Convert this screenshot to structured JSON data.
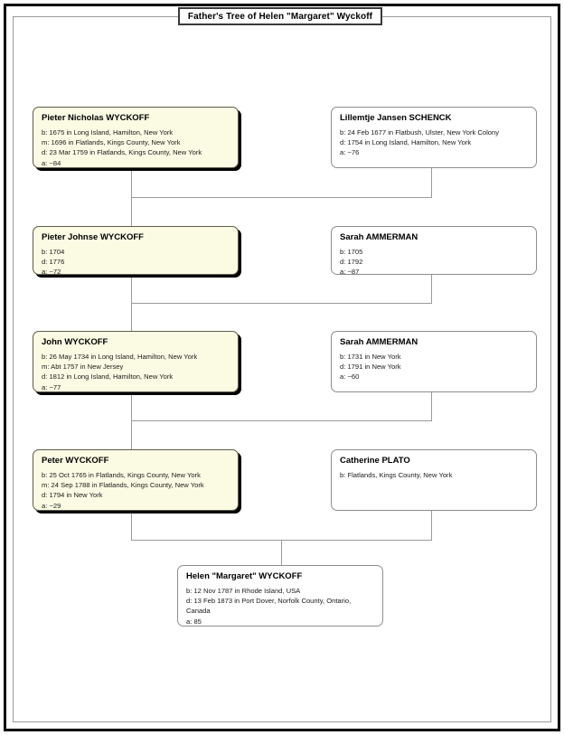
{
  "title": "Father's Tree of Helen \"Margaret\" Wyckoff",
  "colors": {
    "ancestor_fill": "#fbfbe4",
    "spouse_fill": "#ffffff",
    "connector": "#9a9a9a",
    "frame": "#000000",
    "text": "#000000"
  },
  "people": [
    {
      "id": "pieter-nicholas-wyckoff",
      "name": "Pieter Nicholas WYCKOFF",
      "type": "ancestor",
      "facts": [
        "b: 1675 in Long Island, Hamilton, New York",
        "m: 1696 in Flatlands, Kings County, New York",
        "d: 23 Mar 1759 in Flatlands, Kings County, New York",
        "a: ~84"
      ]
    },
    {
      "id": "lillemtje-jansen-schenck",
      "name": "Lillemtje Jansen SCHENCK",
      "type": "spouse",
      "facts": [
        "b: 24 Feb 1677 in Flatbush, Ulster, New York Colony",
        "d: 1754 in Long Island, Hamilton, New York",
        "a: ~76"
      ]
    },
    {
      "id": "pieter-johnse-wyckoff",
      "name": "Pieter Johnse WYCKOFF",
      "type": "ancestor",
      "facts": [
        "b: 1704",
        "d: 1776",
        "a: ~72"
      ]
    },
    {
      "id": "sarah-ammerman-1705",
      "name": "Sarah AMMERMAN",
      "type": "spouse",
      "facts": [
        "b: 1705",
        "d: 1792",
        "a: ~87"
      ]
    },
    {
      "id": "john-wyckoff",
      "name": "John WYCKOFF",
      "type": "ancestor",
      "facts": [
        "b: 26 May 1734 in Long Island, Hamilton, New York",
        "m: Abt 1757 in New Jersey",
        "d: 1812 in Long Island, Hamilton, New York",
        "a: ~77"
      ]
    },
    {
      "id": "sarah-ammerman-1731",
      "name": "Sarah AMMERMAN",
      "type": "spouse",
      "facts": [
        "b: 1731 in New York",
        "d: 1791 in New York",
        "a: ~60"
      ]
    },
    {
      "id": "peter-wyckoff",
      "name": "Peter WYCKOFF",
      "type": "ancestor",
      "facts": [
        "b: 25 Oct 1765 in Flatlands, Kings County, New York",
        "m: 24 Sep 1788 in Flatlands, Kings County, New York",
        "d: 1794 in New York",
        "a: ~29"
      ]
    },
    {
      "id": "catherine-plato",
      "name": "Catherine PLATO",
      "type": "spouse",
      "facts": [
        "b: Flatlands, Kings County, New York"
      ]
    },
    {
      "id": "helen-margaret-wyckoff",
      "name": "Helen \"Margaret\" WYCKOFF",
      "type": "spouse",
      "facts": [
        "b: 12 Nov 1787 in Rhode Island, USA",
        "d: 13 Feb 1873 in Port Dover, Norfolk County, Ontario, Canada",
        "a: 85"
      ]
    }
  ]
}
